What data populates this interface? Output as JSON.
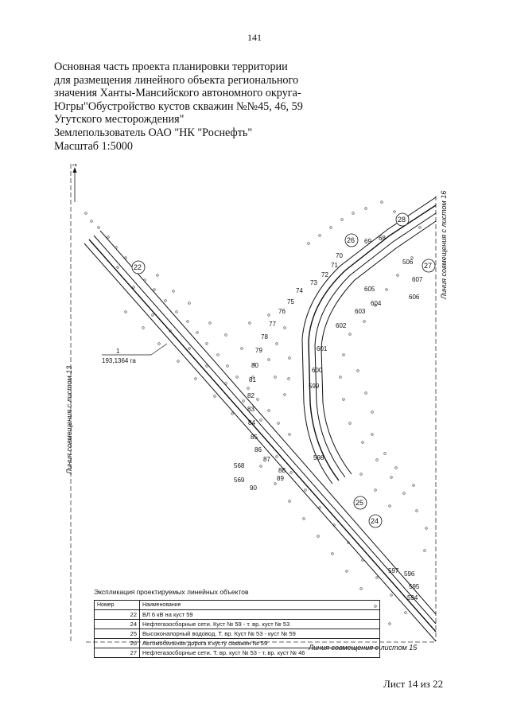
{
  "page_number": "141",
  "title_lines": [
    "Основная часть проекта планировки территории",
    "для размещения линейного объекта регионального",
    "значения Ханты-Мансийского автономного округа-",
    "Югры\"Обустройство кустов скважин №№45, 46, 59",
    "Угутского месторождения\"",
    "Землепользователь ОАО \"НК \"Роснефть\"",
    "Масштаб 1:5000"
  ],
  "north_label": "N",
  "side_labels": {
    "left": "Линия совмещения с листом 13",
    "right": "Линия совмещения с листом 16",
    "bottom": "Линия совмещения с листом 15"
  },
  "parcel": {
    "number": "1",
    "area": "193,1364 га"
  },
  "circle_tags": [
    "22",
    "26",
    "28",
    "27",
    "25",
    "24"
  ],
  "point_labels": [
    "70",
    "71",
    "69",
    "68",
    "72",
    "73",
    "74",
    "75",
    "76",
    "77",
    "78",
    "79",
    "80",
    "81",
    "82",
    "83",
    "84",
    "85",
    "86",
    "87",
    "88",
    "89",
    "90",
    "568",
    "569",
    "506",
    "607",
    "605",
    "606",
    "604",
    "603",
    "602",
    "601",
    "600",
    "599",
    "598",
    "597",
    "596",
    "595",
    "594"
  ],
  "legend": {
    "title": "Экспликация проектируемых линейных объектов",
    "headers": [
      "Номер",
      "Наименование"
    ],
    "rows": [
      {
        "num": "22",
        "name": "ВЛ 6 кВ на куст 59"
      },
      {
        "num": "24",
        "name": "Нефтегазосборные сети. Куст № 59 - т. вр. куст № 53"
      },
      {
        "num": "25",
        "name": "Высоконапорный водовод. Т. вр. Куст № 53 - куст № 59"
      },
      {
        "num": "26",
        "name": "Автомобильная дорога к кусту скважин № 59"
      },
      {
        "num": "27",
        "name": "Нефтегазосборные сети. Т. вр. куст № 53 - т. вр. куст № 46"
      }
    ]
  },
  "sheet_label": "Лист 14 из 22"
}
